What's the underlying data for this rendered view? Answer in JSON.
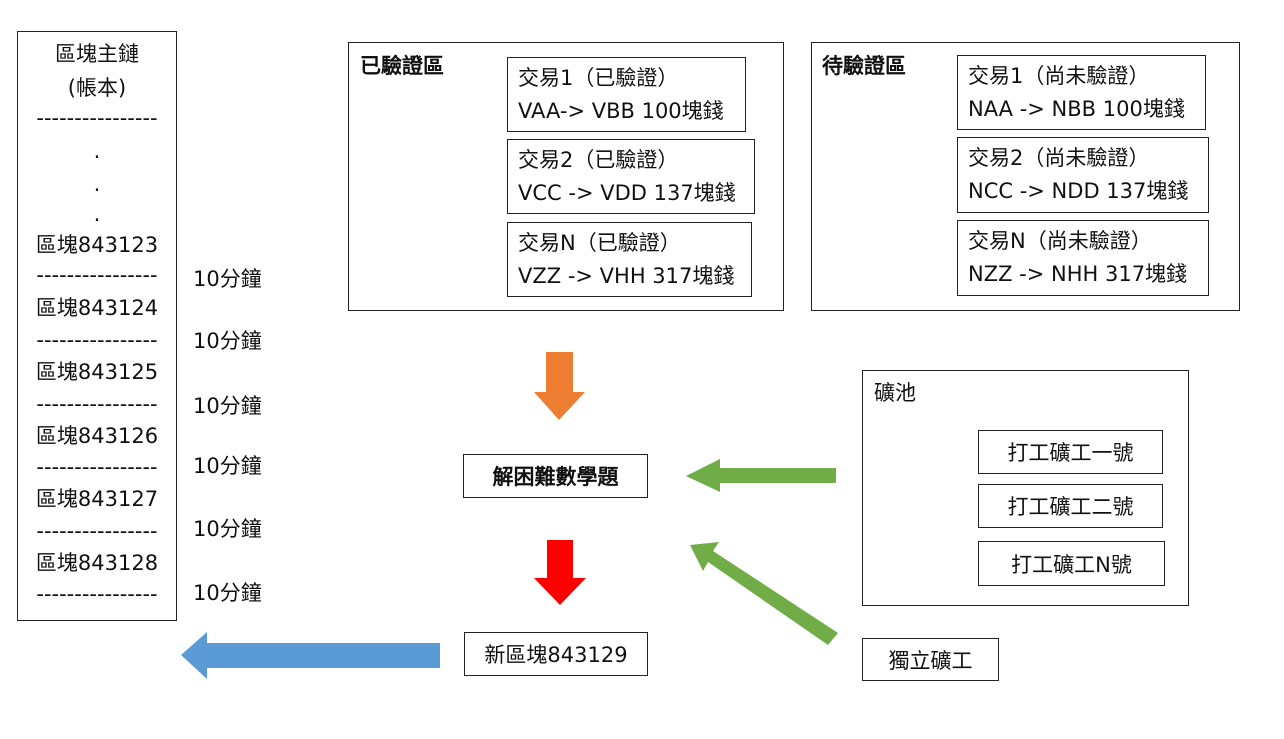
{
  "chain": {
    "title1": "區塊主鏈",
    "title2": "(帳本)",
    "dashes": "----------------",
    "dot": ".",
    "blocks": [
      "區塊843123",
      "區塊843124",
      "區塊843125",
      "區塊843126",
      "區塊843127",
      "區塊843128"
    ]
  },
  "interval": "10分鐘",
  "verified": {
    "title": "已驗證區",
    "tx": [
      {
        "name": "交易1（已驗證）",
        "detail": "VAA-> VBB 100塊錢"
      },
      {
        "name": "交易2（已驗證）",
        "detail": "VCC -> VDD 137塊錢"
      },
      {
        "name": "交易N（已驗證）",
        "detail": "VZZ -> VHH 317塊錢"
      }
    ]
  },
  "pending": {
    "title": "待驗證區",
    "tx": [
      {
        "name": "交易1（尚未驗證）",
        "detail": "NAA -> NBB 100塊錢"
      },
      {
        "name": "交易2（尚未驗證）",
        "detail": "NCC -> NDD 137塊錢"
      },
      {
        "name": "交易N（尚未驗證）",
        "detail": "NZZ -> NHH 317塊錢"
      }
    ]
  },
  "puzzle": "解困難數學題",
  "new_block": "新區塊843129",
  "pool": {
    "title": "礦池",
    "workers": [
      "打工礦工一號",
      "打工礦工二號",
      "打工礦工N號"
    ]
  },
  "solo_miner": "獨立礦工",
  "colors": {
    "orange": "#ED7D31",
    "red": "#FF0000",
    "blue": "#5B9BD5",
    "green": "#70AD47"
  }
}
